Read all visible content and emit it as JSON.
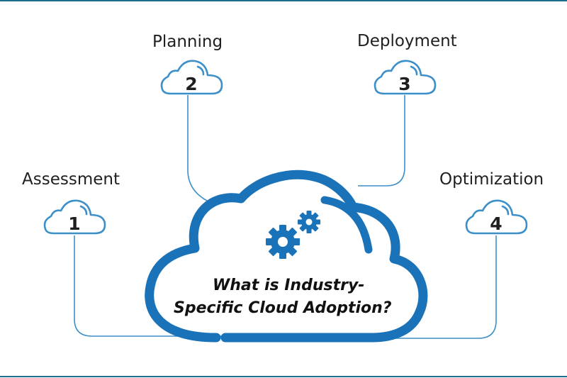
{
  "title": {
    "line1": "What is Industry-",
    "line2": "Specific Cloud Adoption?"
  },
  "steps": [
    {
      "number": "1",
      "label": "Assessment"
    },
    {
      "number": "2",
      "label": "Planning"
    },
    {
      "number": "3",
      "label": "Deployment"
    },
    {
      "number": "4",
      "label": "Optimization"
    }
  ],
  "icons": {
    "center": "gears-icon",
    "steps": "cloud-icon"
  },
  "colors": {
    "cloud_stroke": "#1a73b8",
    "connector": "#3d8fc9",
    "frame": "#1d6e8c",
    "text": "#1f1f1f"
  }
}
